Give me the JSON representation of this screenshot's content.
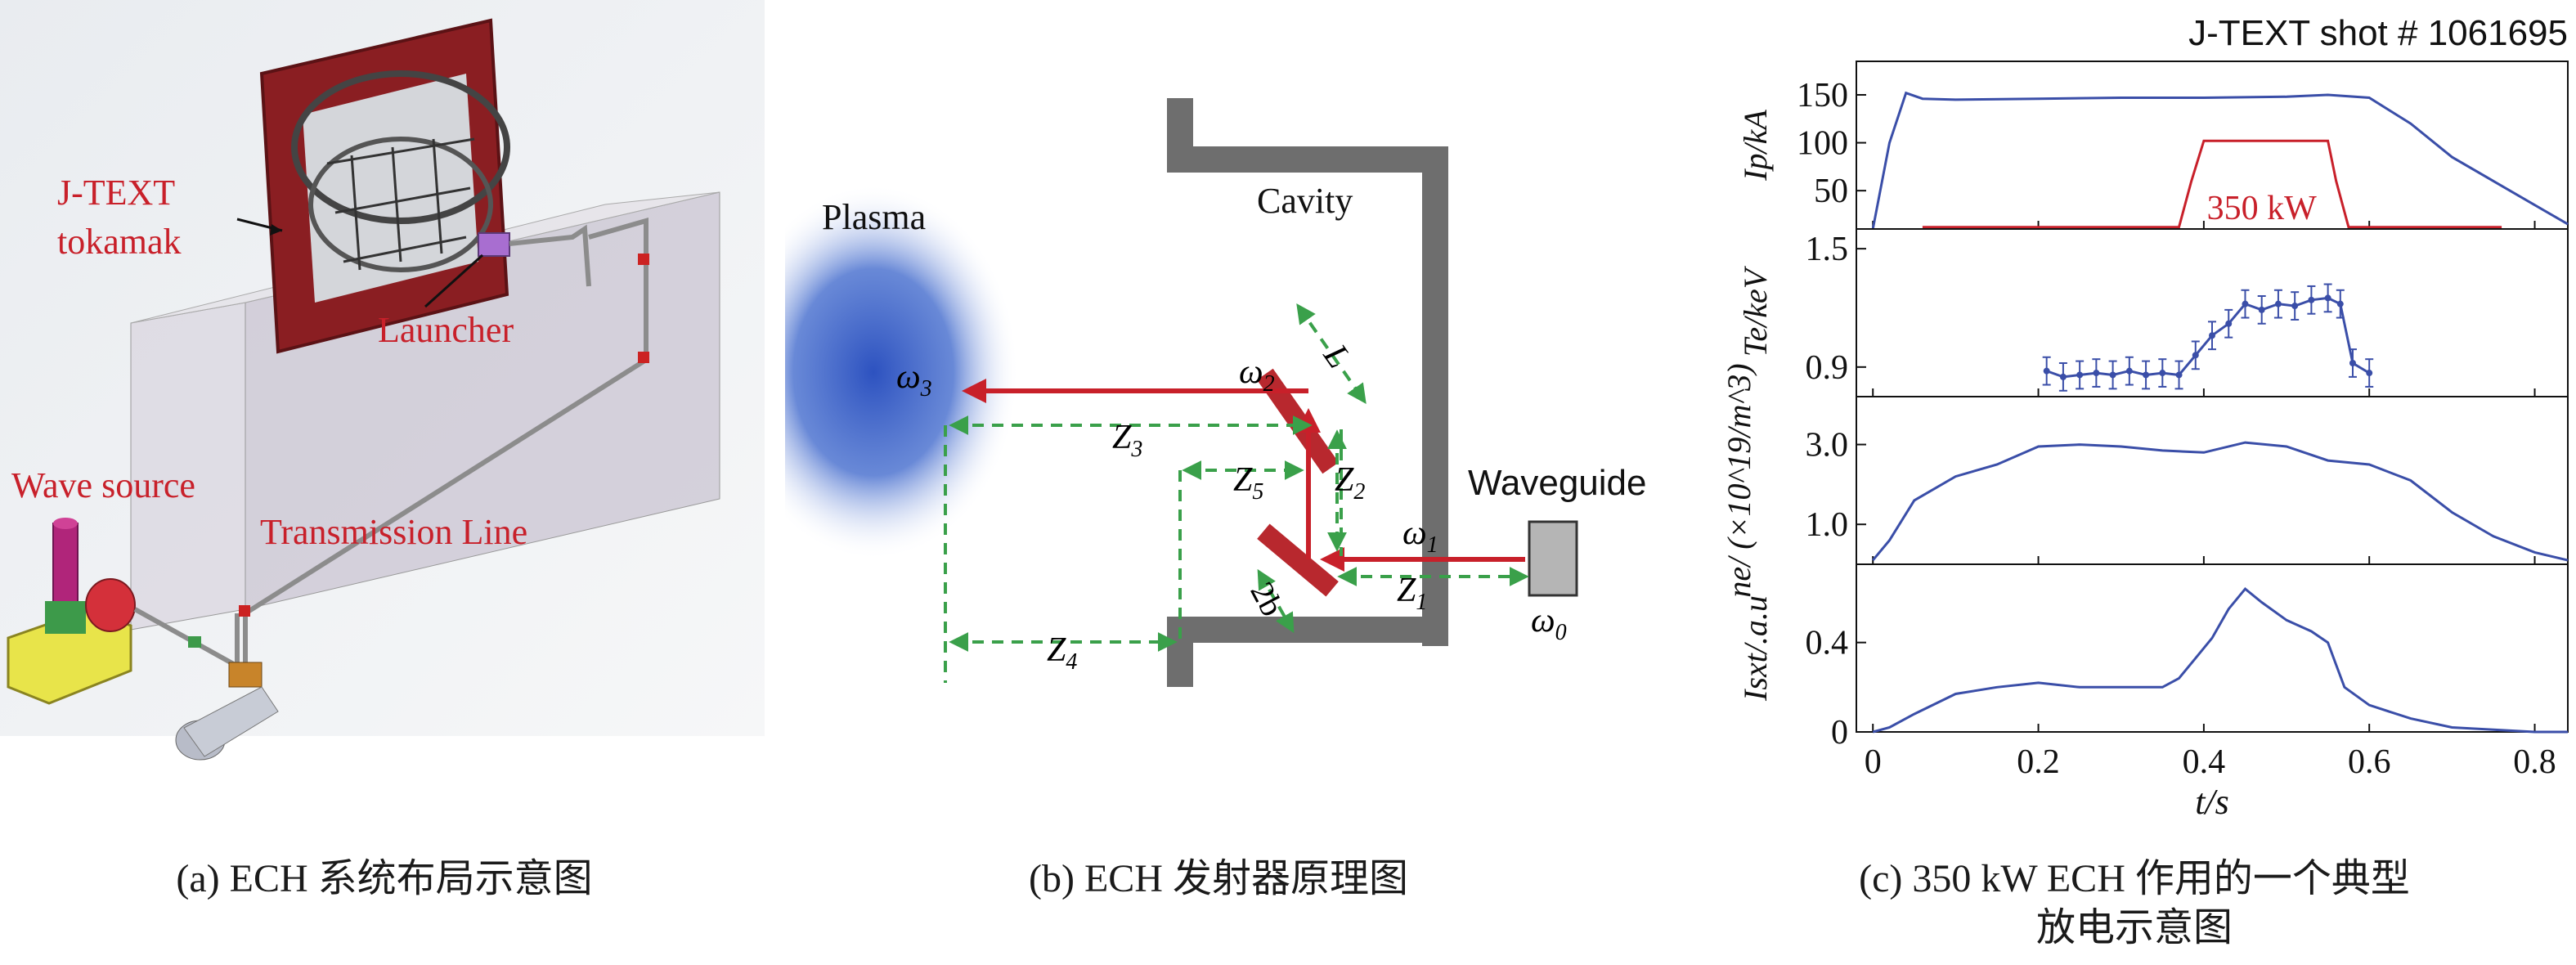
{
  "panel_a": {
    "label_tokamak_1": "J-TEXT",
    "label_tokamak_2": "tokamak",
    "label_launcher": "Launcher",
    "label_wave_source": "Wave source",
    "label_transmission": "Transmission Line",
    "caption": "(a) ECH 系统布局示意图"
  },
  "panel_b": {
    "label_plasma": "Plasma",
    "label_cavity": "Cavity",
    "label_waveguide": "Waveguide",
    "omega0": "ω",
    "omega0_sub": "0",
    "omega1": "ω",
    "omega1_sub": "1",
    "omega2": "ω",
    "omega2_sub": "2",
    "omega3": "ω",
    "omega3_sub": "3",
    "z1": "Z",
    "z1_sub": "1",
    "z2": "Z",
    "z2_sub": "2",
    "z3": "Z",
    "z3_sub": "3",
    "z4": "Z",
    "z4_sub": "4",
    "z5": "Z",
    "z5_sub": "5",
    "l_label": "L",
    "b_label": "2b",
    "caption": "(b) ECH 发射器原理图"
  },
  "panel_c": {
    "caption_line1": "(c) 350 kW ECH 作用的一个典型",
    "caption_line2": "放电示意图"
  },
  "chart_data": {
    "type": "line",
    "title": "J-TEXT shot # 1061695",
    "xlabel": "t/s",
    "xlim": [
      -0.02,
      0.84
    ],
    "xticks": [
      "0",
      "0.2",
      "0.4",
      "0.6",
      "0.8"
    ],
    "xtick_values": [
      0,
      0.2,
      0.4,
      0.6,
      0.8
    ],
    "colors": {
      "blue": "#3a4ea8",
      "red": "#c8202a"
    },
    "subplots": [
      {
        "ylabel": "Ip/kA",
        "ylim": [
          10,
          185
        ],
        "yticks": [
          "50",
          "100",
          "150"
        ],
        "ytick_values": [
          50,
          100,
          150
        ],
        "annotation": "350 kW",
        "series": [
          {
            "color": "blue",
            "x": [
              0.0,
              0.02,
              0.04,
              0.06,
              0.1,
              0.2,
              0.3,
              0.4,
              0.5,
              0.55,
              0.6,
              0.65,
              0.7,
              0.75,
              0.8,
              0.84
            ],
            "y": [
              10,
              100,
              152,
              146,
              145,
              146,
              147,
              147,
              148,
              150,
              147,
              120,
              85,
              60,
              35,
              15
            ]
          },
          {
            "color": "red",
            "x": [
              0.06,
              0.37,
              0.385,
              0.4,
              0.55,
              0.56,
              0.575,
              0.76
            ],
            "y": [
              12,
              12,
              60,
              102,
              102,
              60,
              12,
              12
            ]
          }
        ]
      },
      {
        "ylabel": "Te/keV",
        "ylim": [
          0.75,
          1.6
        ],
        "yticks": [
          "0.9",
          "1.5"
        ],
        "ytick_values": [
          0.9,
          1.5
        ],
        "series": [
          {
            "color": "blue",
            "errorbars": true,
            "err": 0.07,
            "x": [
              0.21,
              0.23,
              0.25,
              0.27,
              0.29,
              0.31,
              0.33,
              0.35,
              0.37,
              0.39,
              0.41,
              0.43,
              0.45,
              0.47,
              0.49,
              0.51,
              0.53,
              0.55,
              0.565,
              0.58,
              0.6
            ],
            "y": [
              0.88,
              0.85,
              0.86,
              0.87,
              0.86,
              0.88,
              0.86,
              0.87,
              0.86,
              0.96,
              1.06,
              1.12,
              1.22,
              1.19,
              1.22,
              1.21,
              1.24,
              1.25,
              1.22,
              0.92,
              0.87
            ]
          }
        ]
      },
      {
        "ylabel": "ne/ (×10^19/m^3)",
        "ylim": [
          0.0,
          4.2
        ],
        "yticks": [
          "1.0",
          "3.0"
        ],
        "ytick_values": [
          1.0,
          3.0
        ],
        "series": [
          {
            "color": "blue",
            "x": [
              0.0,
              0.02,
              0.05,
              0.1,
              0.15,
              0.2,
              0.25,
              0.3,
              0.35,
              0.4,
              0.45,
              0.5,
              0.55,
              0.6,
              0.65,
              0.7,
              0.75,
              0.8,
              0.84
            ],
            "y": [
              0.1,
              0.6,
              1.6,
              2.2,
              2.5,
              2.95,
              3.0,
              2.95,
              2.85,
              2.8,
              3.05,
              2.95,
              2.6,
              2.5,
              2.1,
              1.3,
              0.7,
              0.3,
              0.1
            ]
          }
        ]
      },
      {
        "ylabel": "Isxt/.a.u",
        "ylim": [
          0.0,
          0.75
        ],
        "yticks": [
          "0",
          "0.4"
        ],
        "ytick_values": [
          0,
          0.4
        ],
        "series": [
          {
            "color": "blue",
            "x": [
              0.0,
              0.02,
              0.05,
              0.1,
              0.15,
              0.2,
              0.25,
              0.3,
              0.35,
              0.37,
              0.39,
              0.41,
              0.43,
              0.45,
              0.47,
              0.5,
              0.53,
              0.55,
              0.56,
              0.57,
              0.6,
              0.65,
              0.7,
              0.75,
              0.8,
              0.84
            ],
            "y": [
              0.0,
              0.02,
              0.08,
              0.17,
              0.2,
              0.22,
              0.2,
              0.2,
              0.2,
              0.24,
              0.33,
              0.42,
              0.55,
              0.64,
              0.58,
              0.5,
              0.45,
              0.4,
              0.3,
              0.2,
              0.12,
              0.06,
              0.02,
              0.01,
              0.0,
              0.0
            ]
          }
        ]
      }
    ]
  }
}
